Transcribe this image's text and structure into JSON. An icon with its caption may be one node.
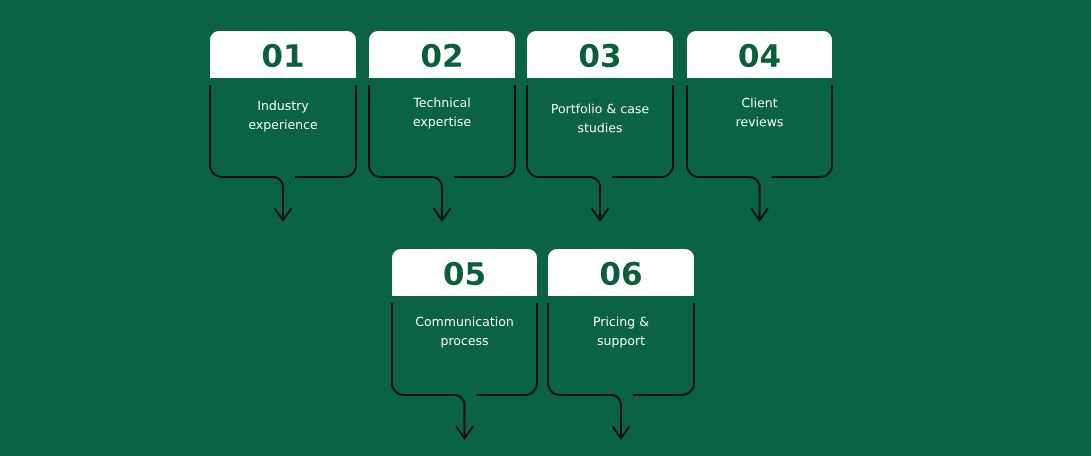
{
  "diagram": {
    "nodes": [
      {
        "text": [
          "01",
          "Industry experience"
        ]
      },
      {
        "text": [
          "02",
          "Technical expertise"
        ]
      },
      {
        "text": [
          "03",
          "Portfolio & case studies"
        ]
      },
      {
        "text": [
          "04",
          "Client reviews"
        ]
      },
      {
        "text": [
          "05",
          "Communication process"
        ]
      },
      {
        "text": [
          "06",
          "Pricing & support"
        ]
      }
    ],
    "edges": [
      {
        "from": 0,
        "to": null,
        "arrow": "to"
      },
      {
        "from": 1,
        "to": null,
        "arrow": "to"
      },
      {
        "from": 2,
        "to": null,
        "arrow": "to"
      },
      {
        "from": 3,
        "to": null,
        "arrow": "to"
      },
      {
        "from": 4,
        "to": null,
        "arrow": "to"
      },
      {
        "from": 5,
        "to": null,
        "arrow": "to"
      }
    ]
  }
}
